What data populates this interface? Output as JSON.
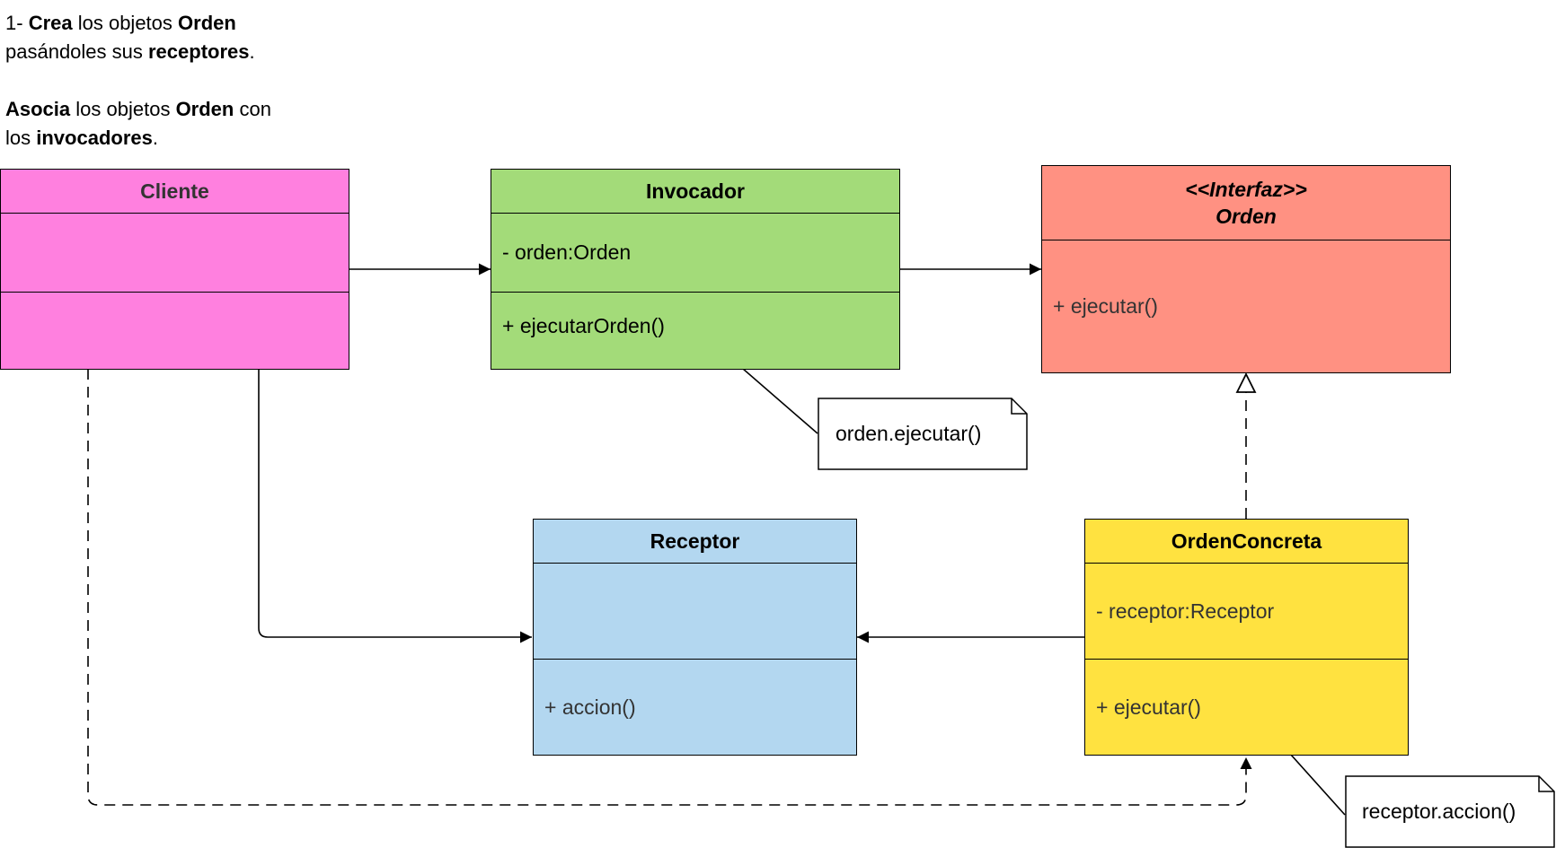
{
  "description": {
    "line1": {
      "prefix": "1- ",
      "verb": "Crea",
      "mid": " los objetos ",
      "obj": "Orden"
    },
    "line2": {
      "prefix": "pasándoles sus ",
      "obj": "receptores",
      "suffix": "."
    },
    "line3": {
      "verb": "Asocia",
      "mid": " los objetos ",
      "obj": "Orden",
      "suffix": " con"
    },
    "line4": {
      "prefix": "los ",
      "obj": "invocadores",
      "suffix": "."
    }
  },
  "classes": {
    "cliente": {
      "name": "Cliente",
      "attribute": "",
      "method": "",
      "color": "#FF80DF"
    },
    "invocador": {
      "name": "Invocador",
      "attribute": "- orden:Orden",
      "method": "+ ejecutarOrden()",
      "color": "#A3DB79"
    },
    "orden": {
      "stereotype": "<<Interfaz>>",
      "name": "Orden",
      "method": "+ ejecutar()",
      "color": "#FF9182"
    },
    "receptor": {
      "name": "Receptor",
      "attribute": "",
      "method": "+ accion()",
      "color": "#B3D7F0"
    },
    "ordenConcreta": {
      "name": "OrdenConcreta",
      "attribute": "- receptor:Receptor",
      "method": "+ ejecutar()",
      "color": "#FFE240"
    }
  },
  "notes": {
    "invocadorNote": "orden.ejecutar()",
    "ordenConcretaNote": "receptor.accion()"
  }
}
